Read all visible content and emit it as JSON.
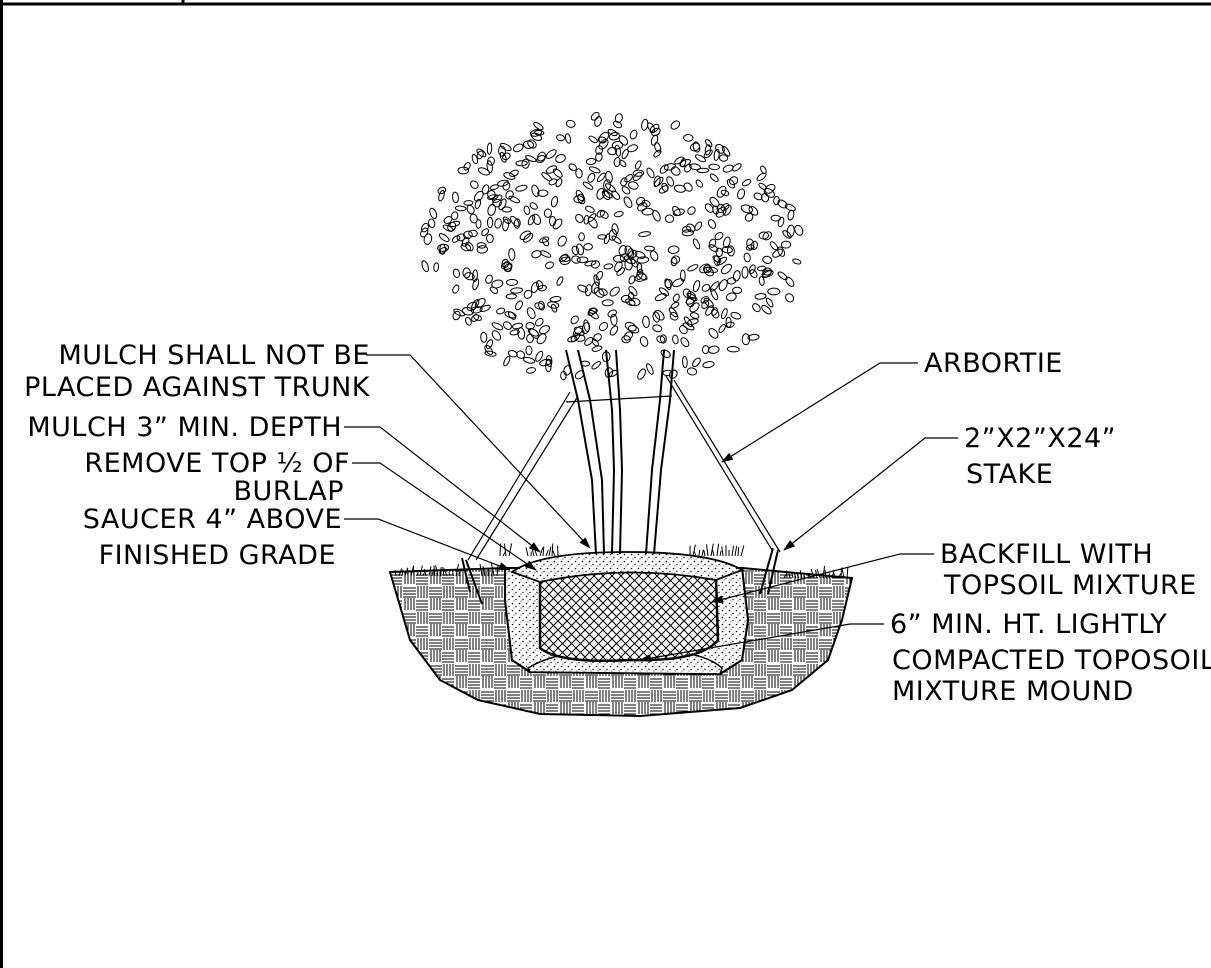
{
  "labels": {
    "mulch_not_against_1": "MULCH SHALL NOT BE",
    "mulch_not_against_2": "PLACED AGAINST TRUNK",
    "mulch_depth": "MULCH 3” MIN. DEPTH",
    "remove_burlap_1": "REMOVE TOP ½ OF",
    "remove_burlap_2": "BURLAP",
    "saucer_1": "SAUCER 4” ABOVE",
    "saucer_2": "FINISHED GRADE",
    "arbortie": "ARBORTIE",
    "stake_1": "2”X2”X24”",
    "stake_2": "STAKE",
    "backfill_1": "BACKFILL WITH",
    "backfill_2": "TOPSOIL MIXTURE",
    "mound_1": "6” MIN. HT. LIGHTLY",
    "mound_2": "COMPACTED TOPOSOIL",
    "mound_3": "MIXTURE MOUND"
  },
  "colors": {
    "ink": "#000000",
    "paper": "#ffffff"
  }
}
